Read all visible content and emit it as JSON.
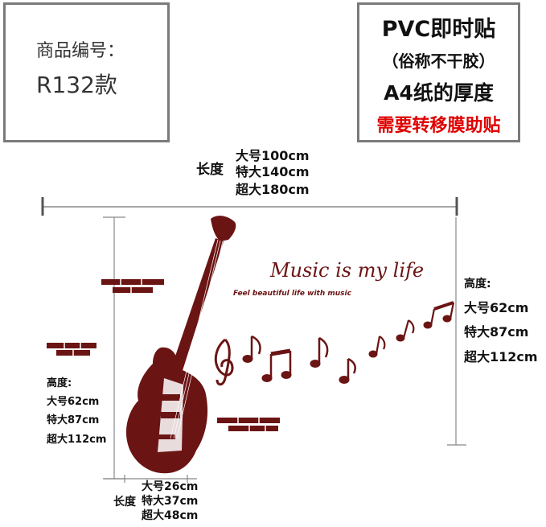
{
  "product": {
    "label": "商品编号：",
    "code": "R132款"
  },
  "material": {
    "line1": "PVC即时贴",
    "line2": "（俗称不干胶）",
    "line3": "A4纸的厚度",
    "line4": "需要转移膜助贴"
  },
  "overall_width": {
    "title": "长度",
    "sizes": [
      "大号100cm",
      "特大140cm",
      "超大180cm"
    ]
  },
  "left_height": {
    "title": "高度:",
    "sizes": [
      "大号62cm",
      "特大87cm",
      "超大112cm"
    ]
  },
  "right_height": {
    "title": "高度:",
    "sizes": [
      "大号62cm",
      "特大87cm",
      "超大112cm"
    ]
  },
  "guitar_width": {
    "title": "长度",
    "sizes": [
      "大号26cm",
      "特大37cm",
      "超大48cm"
    ]
  },
  "artwork": {
    "slogan": "Music is my life",
    "tagline": "Feel beautiful life with music",
    "color": "#6b1414"
  }
}
